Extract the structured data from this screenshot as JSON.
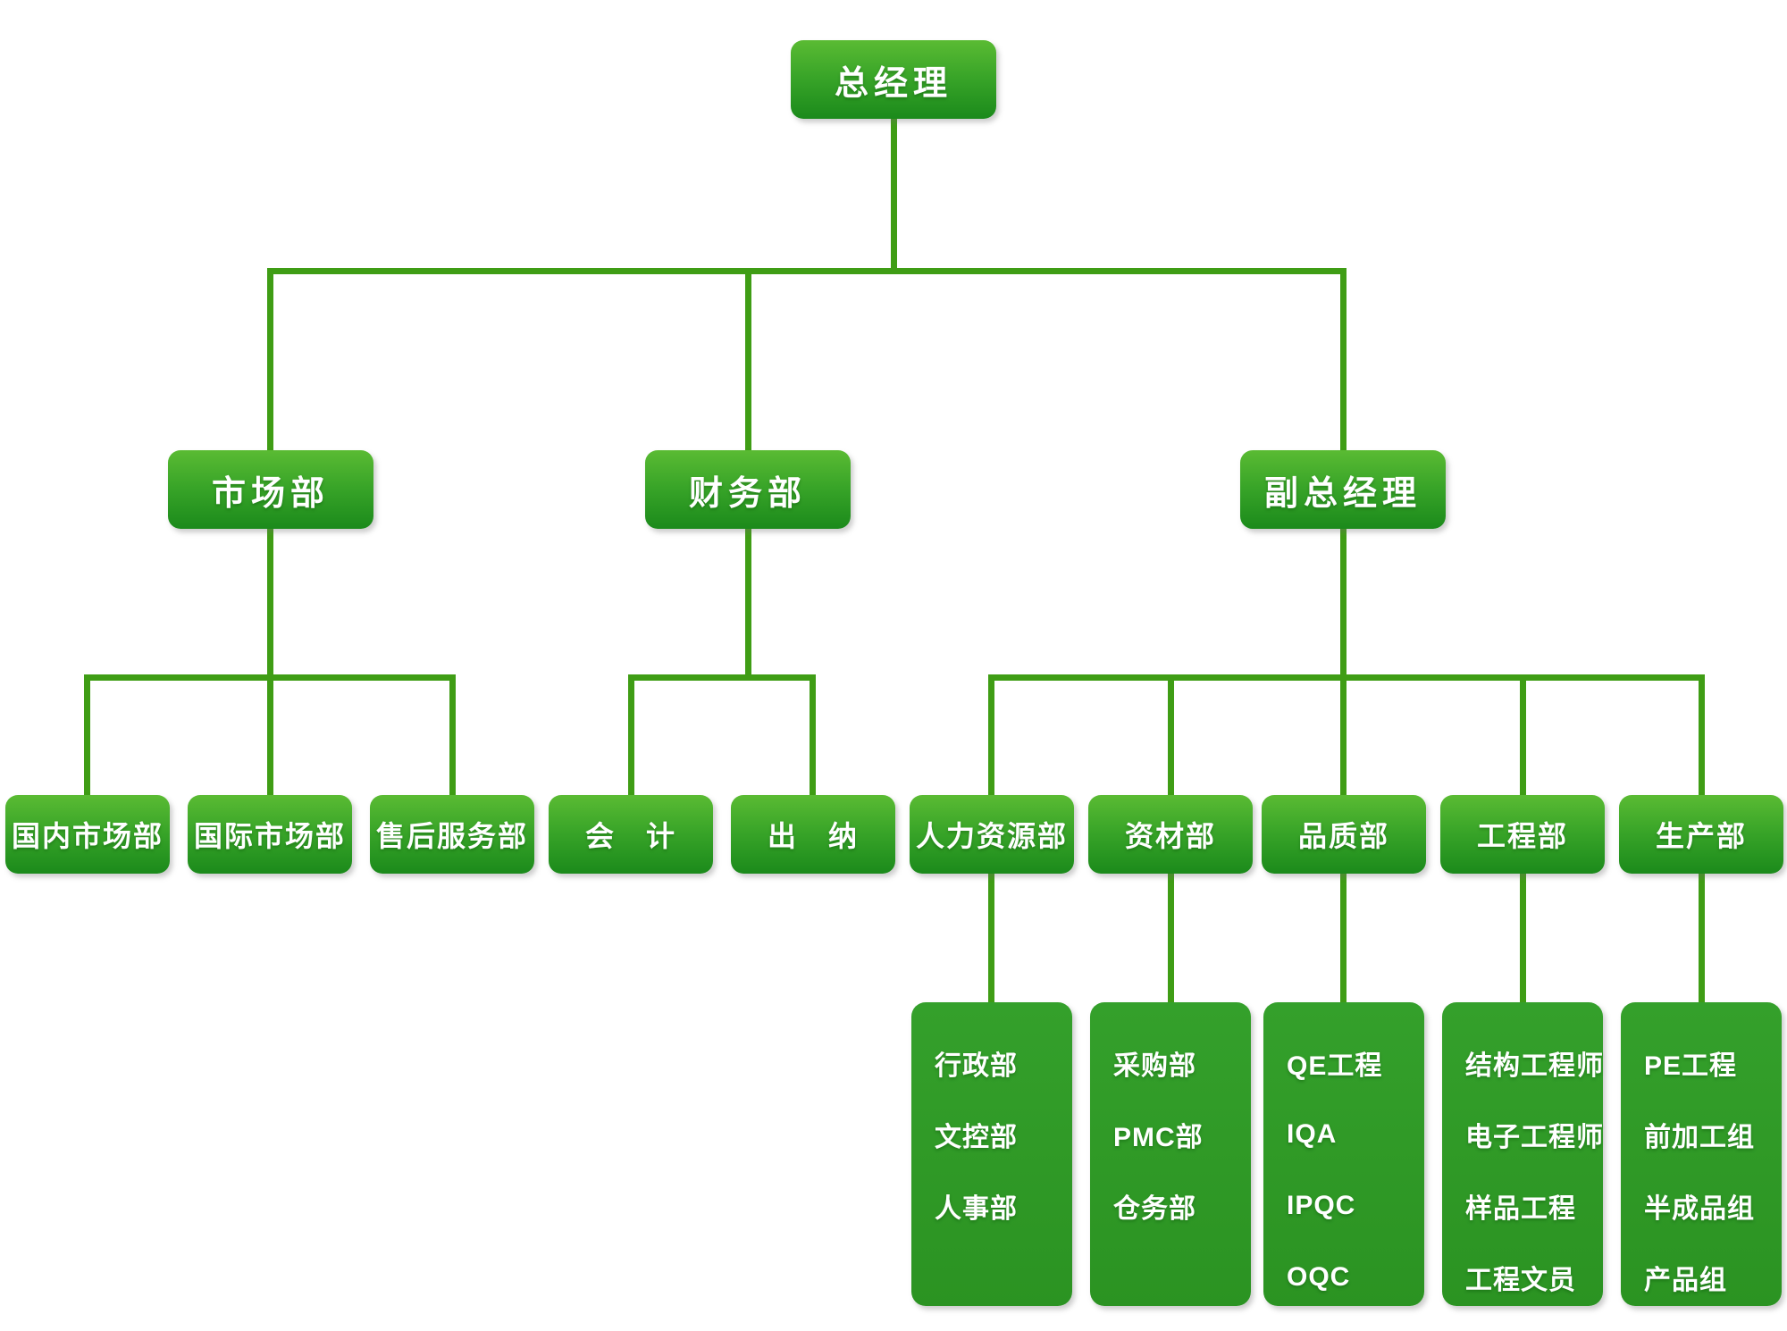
{
  "palette": {
    "box_gradient_top": "#5abb33",
    "box_gradient_bottom": "#1b8a1b",
    "tall_box_fill": "#2f9a26",
    "connector_line": "#3f9d15",
    "text_color": "#ffffff",
    "background": "#ffffff"
  },
  "nodes": {
    "general_manager": "总经理",
    "level2": {
      "market": "市场部",
      "finance": "财务部",
      "deputy": "副总经理"
    },
    "level3": {
      "domestic_market": "国内市场部",
      "international_market": "国际市场部",
      "after_sales": "售后服务部",
      "accounting": "会　计",
      "cashier": "出　纳",
      "hr": "人力资源部",
      "materials": "资材部",
      "quality": "品质部",
      "engineering": "工程部",
      "production": "生产部"
    },
    "level4": {
      "hr_items": [
        "行政部",
        "文控部",
        "人事部"
      ],
      "materials_items": [
        "采购部",
        "PMC部",
        "仓务部"
      ],
      "quality_items": [
        "QE工程",
        "IQA",
        "IPQC",
        "OQC"
      ],
      "engineering_items": [
        "结构工程师",
        "电子工程师",
        "样品工程",
        "工程文员"
      ],
      "production_items": [
        "PE工程",
        "前加工组",
        "半成品组",
        "产品组"
      ]
    }
  }
}
